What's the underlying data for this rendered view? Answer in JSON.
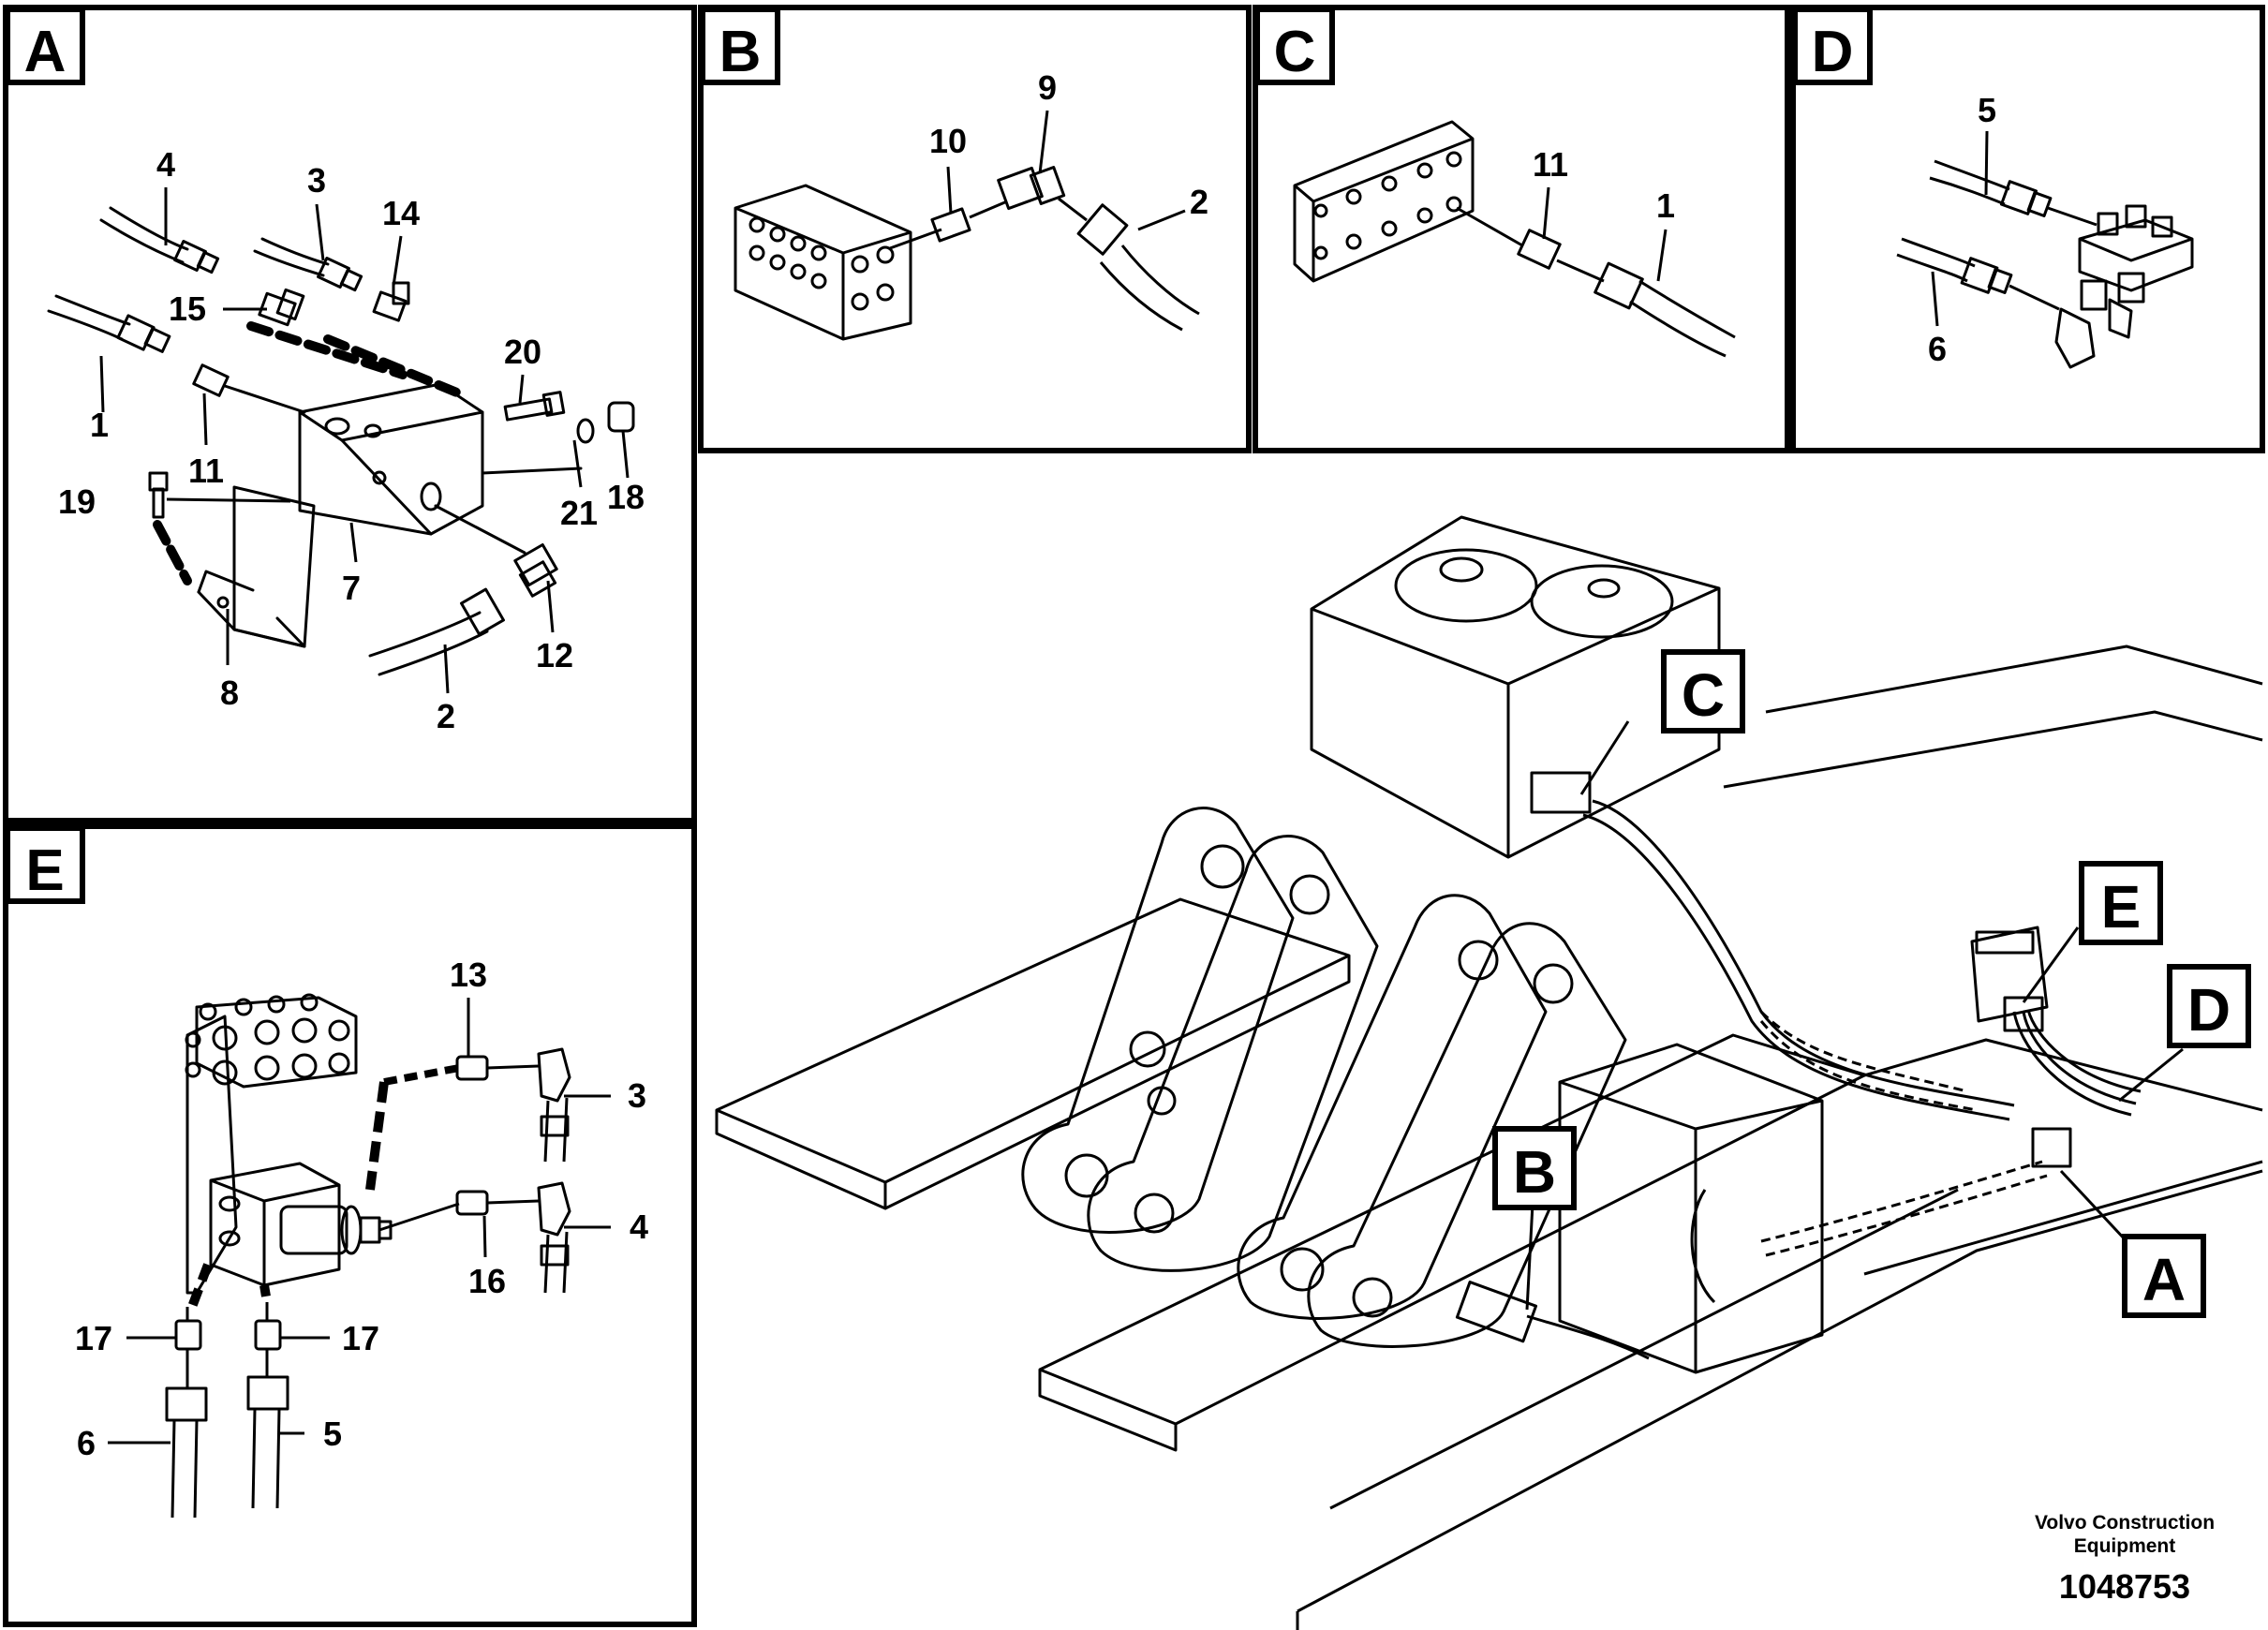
{
  "panels": {
    "A": {
      "letter": "A",
      "callouts": [
        "4",
        "3",
        "14",
        "15",
        "1",
        "11",
        "20",
        "19",
        "7",
        "21",
        "18",
        "8",
        "2",
        "12"
      ]
    },
    "B": {
      "letter": "B",
      "callouts": [
        "10",
        "9",
        "2"
      ]
    },
    "C": {
      "letter": "C",
      "callouts": [
        "11",
        "1"
      ]
    },
    "D": {
      "letter": "D",
      "callouts": [
        "5",
        "6"
      ]
    },
    "E": {
      "letter": "E",
      "callouts": [
        "13",
        "3",
        "4",
        "16",
        "17",
        "17",
        "6",
        "5"
      ]
    }
  },
  "main_view": {
    "location_markers": [
      "C",
      "E",
      "D",
      "B",
      "A"
    ]
  },
  "footer": {
    "company_line1": "Volvo Construction",
    "company_line2": "Equipment",
    "drawing_number": "1048753"
  },
  "colors": {
    "line": "#000000",
    "background": "#ffffff"
  }
}
